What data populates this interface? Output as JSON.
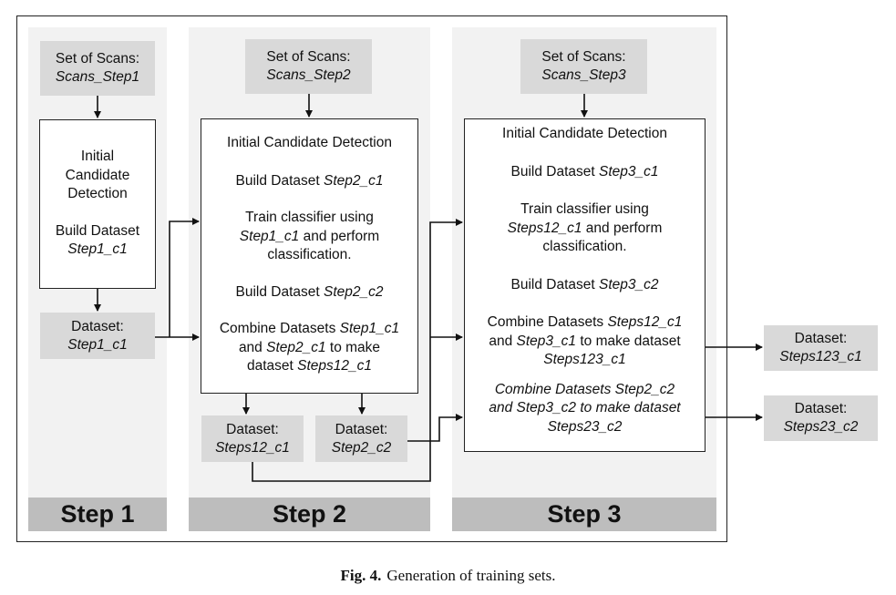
{
  "steps": [
    {
      "label": "Step 1",
      "scans_title": "Set of Scans:",
      "scans_name": "Scans_Step1",
      "process": [
        "Initial",
        "Candidate",
        "Detection",
        "",
        "Build Dataset",
        "Step1_c1"
      ],
      "outputs": [
        {
          "title": "Dataset:",
          "name": "Step1_c1"
        }
      ]
    },
    {
      "label": "Step 2",
      "scans_title": "Set of Scans:",
      "scans_name": "Scans_Step2",
      "outputs": [
        {
          "title": "Dataset:",
          "name": "Steps12_c1"
        },
        {
          "title": "Dataset:",
          "name": "Step2_c2"
        }
      ]
    },
    {
      "label": "Step 3",
      "scans_title": "Set of Scans:",
      "scans_name": "Scans_Step3",
      "outputs": [
        {
          "title": "Dataset:",
          "name": "Steps123_c1"
        },
        {
          "title": "Dataset:",
          "name": "Steps23_c2"
        }
      ]
    }
  ],
  "step2_process": {
    "l1": "Initial Candidate Detection",
    "l2a": "Build Dataset ",
    "l2b": "Step2_c1",
    "l3": "Train classifier using",
    "l4a": "Step1_c1",
    "l4b": " and perform",
    "l5": "classification.",
    "l6a": "Build Dataset ",
    "l6b": "Step2_c2",
    "l7a": "Combine Datasets ",
    "l7b": "Step1_c1",
    "l8a": "and ",
    "l8b": "Step2_c1",
    "l8c": " to make",
    "l9a": "dataset ",
    "l9b": "Steps12_c1"
  },
  "step3_process": {
    "l1": "Initial Candidate Detection",
    "l2a": "Build Dataset ",
    "l2b": "Step3_c1",
    "l3": "Train classifier using",
    "l4a": "Steps12_c1",
    "l4b": " and perform",
    "l5": "classification.",
    "l6a": "Build Dataset ",
    "l6b": "Step3_c2",
    "l7a": "Combine Datasets ",
    "l7b": "Steps12_c1",
    "l8a": "and ",
    "l8b": "Step3_c1",
    "l8c": " to make dataset",
    "l9": "Steps123_c1",
    "l10": "Combine Datasets Step2_c2",
    "l11": "and Step3_c2 to make dataset",
    "l12": "Steps23_c2"
  },
  "caption": {
    "label": "Fig. 4.",
    "text": "Generation of training sets."
  }
}
